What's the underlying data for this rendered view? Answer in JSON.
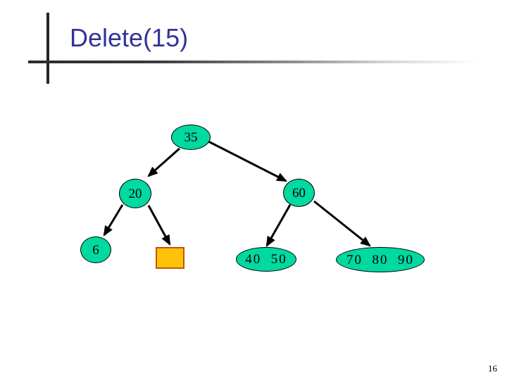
{
  "slide": {
    "title": "Delete(15)",
    "page_number": "16",
    "title_color": "#333399",
    "background_color": "#ffffff"
  },
  "tree": {
    "node_fill_color": "#00d9a0",
    "node_border_color": "#000000",
    "empty_node_fill_color": "#ffc20a",
    "empty_node_border_color": "#c45508",
    "edge_color": "#000000",
    "nodes": [
      {
        "id": "root",
        "label": "35",
        "shape": "ellipse"
      },
      {
        "id": "left",
        "label": "20",
        "shape": "ellipse"
      },
      {
        "id": "right",
        "label": "60",
        "shape": "ellipse"
      },
      {
        "id": "left-left",
        "label": "6",
        "shape": "ellipse"
      },
      {
        "id": "left-right",
        "label": "",
        "shape": "rectangle"
      },
      {
        "id": "right-left",
        "label": "40  50",
        "shape": "ellipse"
      },
      {
        "id": "right-right",
        "label": "70  80  90",
        "shape": "ellipse"
      }
    ],
    "edges": [
      {
        "from": "root",
        "to": "left"
      },
      {
        "from": "root",
        "to": "right"
      },
      {
        "from": "left",
        "to": "left-left"
      },
      {
        "from": "left",
        "to": "left-right"
      },
      {
        "from": "right",
        "to": "right-left"
      },
      {
        "from": "right",
        "to": "right-right"
      }
    ]
  }
}
